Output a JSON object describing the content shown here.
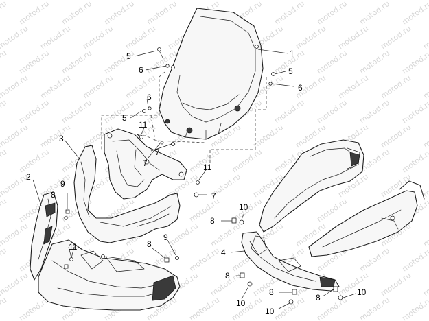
{
  "watermark": {
    "text": "motod.ru"
  },
  "callouts": [
    {
      "id": "c-1a",
      "label": "1"
    },
    {
      "id": "c-2a",
      "label": "2"
    },
    {
      "id": "c-3a",
      "label": "3"
    },
    {
      "id": "c-4a",
      "label": "4"
    },
    {
      "id": "c-5a",
      "label": "5"
    },
    {
      "id": "c-5b",
      "label": "5"
    },
    {
      "id": "c-5c",
      "label": "5"
    },
    {
      "id": "c-6a",
      "label": "6"
    },
    {
      "id": "c-6b",
      "label": "6"
    },
    {
      "id": "c-6c",
      "label": "6"
    },
    {
      "id": "c-7a",
      "label": "7"
    },
    {
      "id": "c-7b",
      "label": "7"
    },
    {
      "id": "c-7c",
      "label": "7"
    },
    {
      "id": "c-8a",
      "label": "8"
    },
    {
      "id": "c-8b",
      "label": "8"
    },
    {
      "id": "c-8c",
      "label": "8"
    },
    {
      "id": "c-8d",
      "label": "8"
    },
    {
      "id": "c-8e",
      "label": "8"
    },
    {
      "id": "c-8f",
      "label": "8"
    },
    {
      "id": "c-9a",
      "label": "9"
    },
    {
      "id": "c-9b",
      "label": "9"
    },
    {
      "id": "c-10a",
      "label": "10"
    },
    {
      "id": "c-10b",
      "label": "10"
    },
    {
      "id": "c-10c",
      "label": "10"
    },
    {
      "id": "c-10d",
      "label": "10"
    },
    {
      "id": "c-11a",
      "label": "11"
    },
    {
      "id": "c-11b",
      "label": "11"
    },
    {
      "id": "c-11c",
      "label": "11"
    }
  ]
}
